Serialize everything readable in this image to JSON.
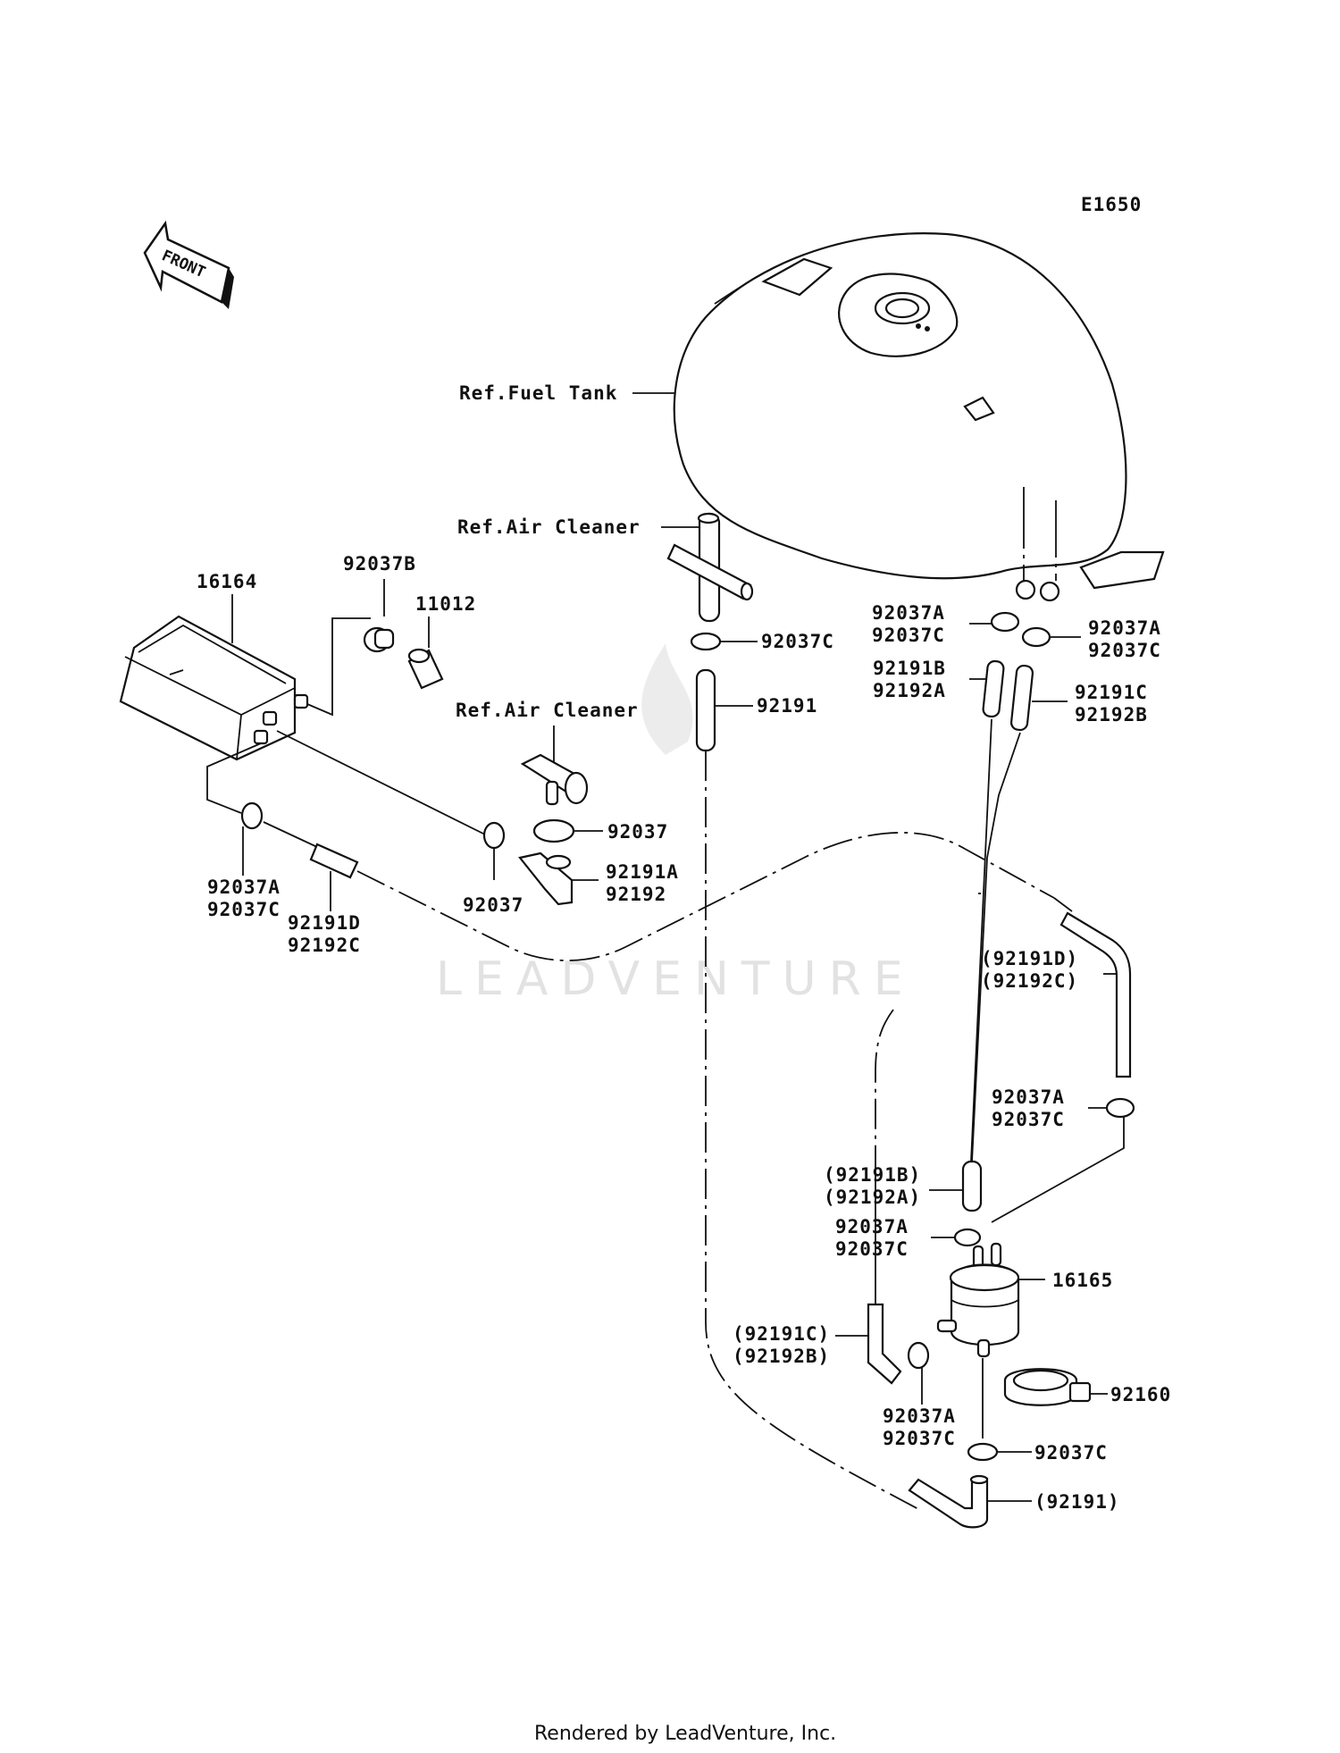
{
  "diagram_code": "E1650",
  "front_arrow_text": "FRONT",
  "watermark": "LEADVENTURE",
  "footer": "Rendered by LeadVenture, Inc.",
  "labels": {
    "ref_fuel_tank": "Ref.Fuel Tank",
    "ref_air_cleaner_1": "Ref.Air Cleaner",
    "ref_air_cleaner_2": "Ref.Air Cleaner",
    "p16164": "16164",
    "p92037b": "92037B",
    "p11012": "11012",
    "p92037c_top": "92037C",
    "p92191": "92191",
    "p92037_right": "92037",
    "p92191a": "92191A",
    "p92192": "92192",
    "p92037_below": "92037",
    "p92037a_left": "92037A",
    "p92037c_left": "92037C",
    "p92191d": "92191D",
    "p92192c": "92192C",
    "p92037a_tl": "92037A",
    "p92037c_tl": "92037C",
    "p92037a_tr": "92037A",
    "p92037c_tr": "92037C",
    "p92191b": "92191B",
    "p92192a": "92192A",
    "p92191c": "92191C",
    "p92192b": "92192B",
    "p92191d_paren": "(92191D)",
    "p92192c_paren": "(92192C)",
    "p92037a_mid": "92037A",
    "p92037c_mid": "92037C",
    "p92191b_paren": "(92191B)",
    "p92192a_paren": "(92192A)",
    "p92037a_filter": "92037A",
    "p92037c_filter": "92037C",
    "p16165": "16165",
    "p92191c_paren": "(92191C)",
    "p92192b_paren": "(92192B)",
    "p92160": "92160",
    "p92037a_bot": "92037A",
    "p92037c_bot": "92037C",
    "p92037c_bottom": "92037C",
    "p92191_paren": "(92191)"
  }
}
